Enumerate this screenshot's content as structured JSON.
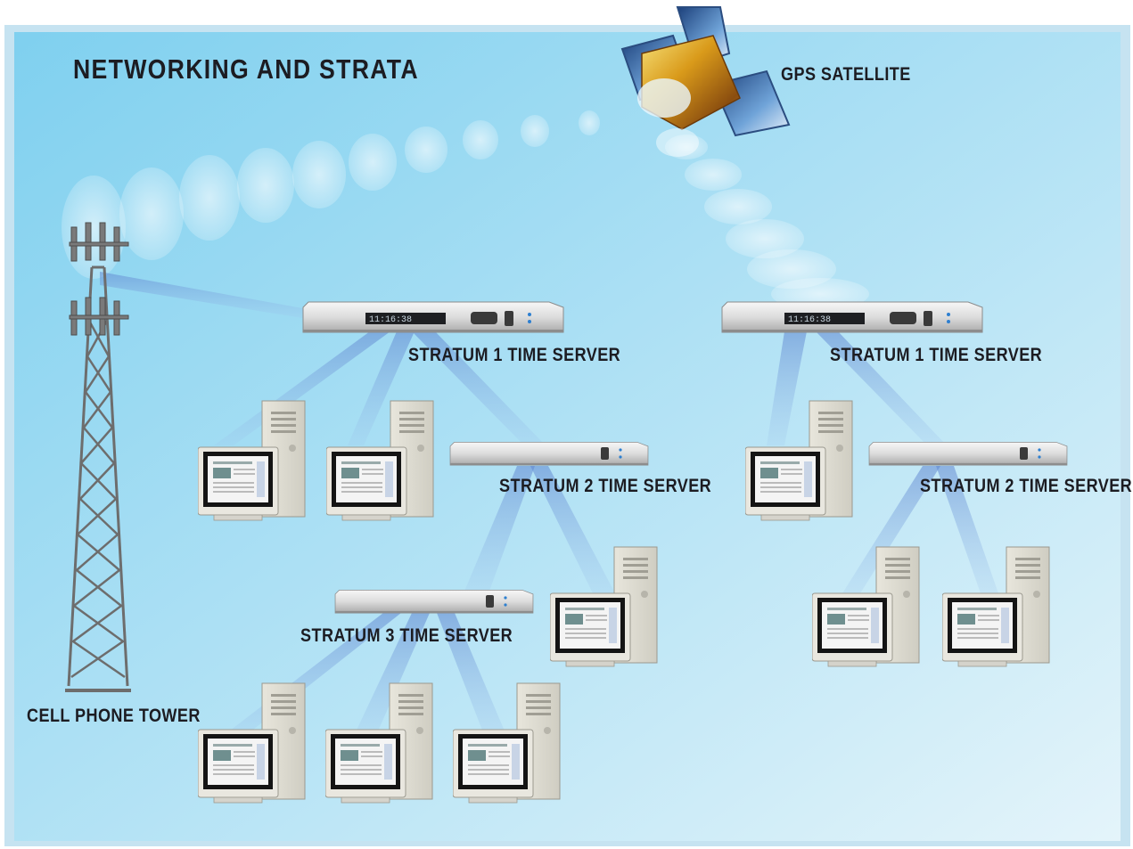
{
  "title": "NETWORKING AND STRATA",
  "labels": {
    "gps_satellite": "GPS SATELLITE",
    "cell_phone_tower": "CELL PHONE TOWER",
    "stratum1_left": "STRATUM 1 TIME SERVER",
    "stratum1_right": "STRATUM 1 TIME SERVER",
    "stratum2_left": "STRATUM 2 TIME SERVER",
    "stratum2_right": "STRATUM 2 TIME SERVER",
    "stratum3": "STRATUM 3 TIME SERVER"
  },
  "server_display": {
    "time": "11:16:38"
  },
  "colors": {
    "background_top": "#7fd0ef",
    "background_bottom": "#e4f4fa",
    "frame": "#c6e3f1",
    "beam": "#6f95d6",
    "label_text": "#1c1c22"
  },
  "icons": [
    "gps-satellite-icon",
    "cell-tower-icon",
    "rack-server-icon",
    "desktop-computer-icon"
  ]
}
